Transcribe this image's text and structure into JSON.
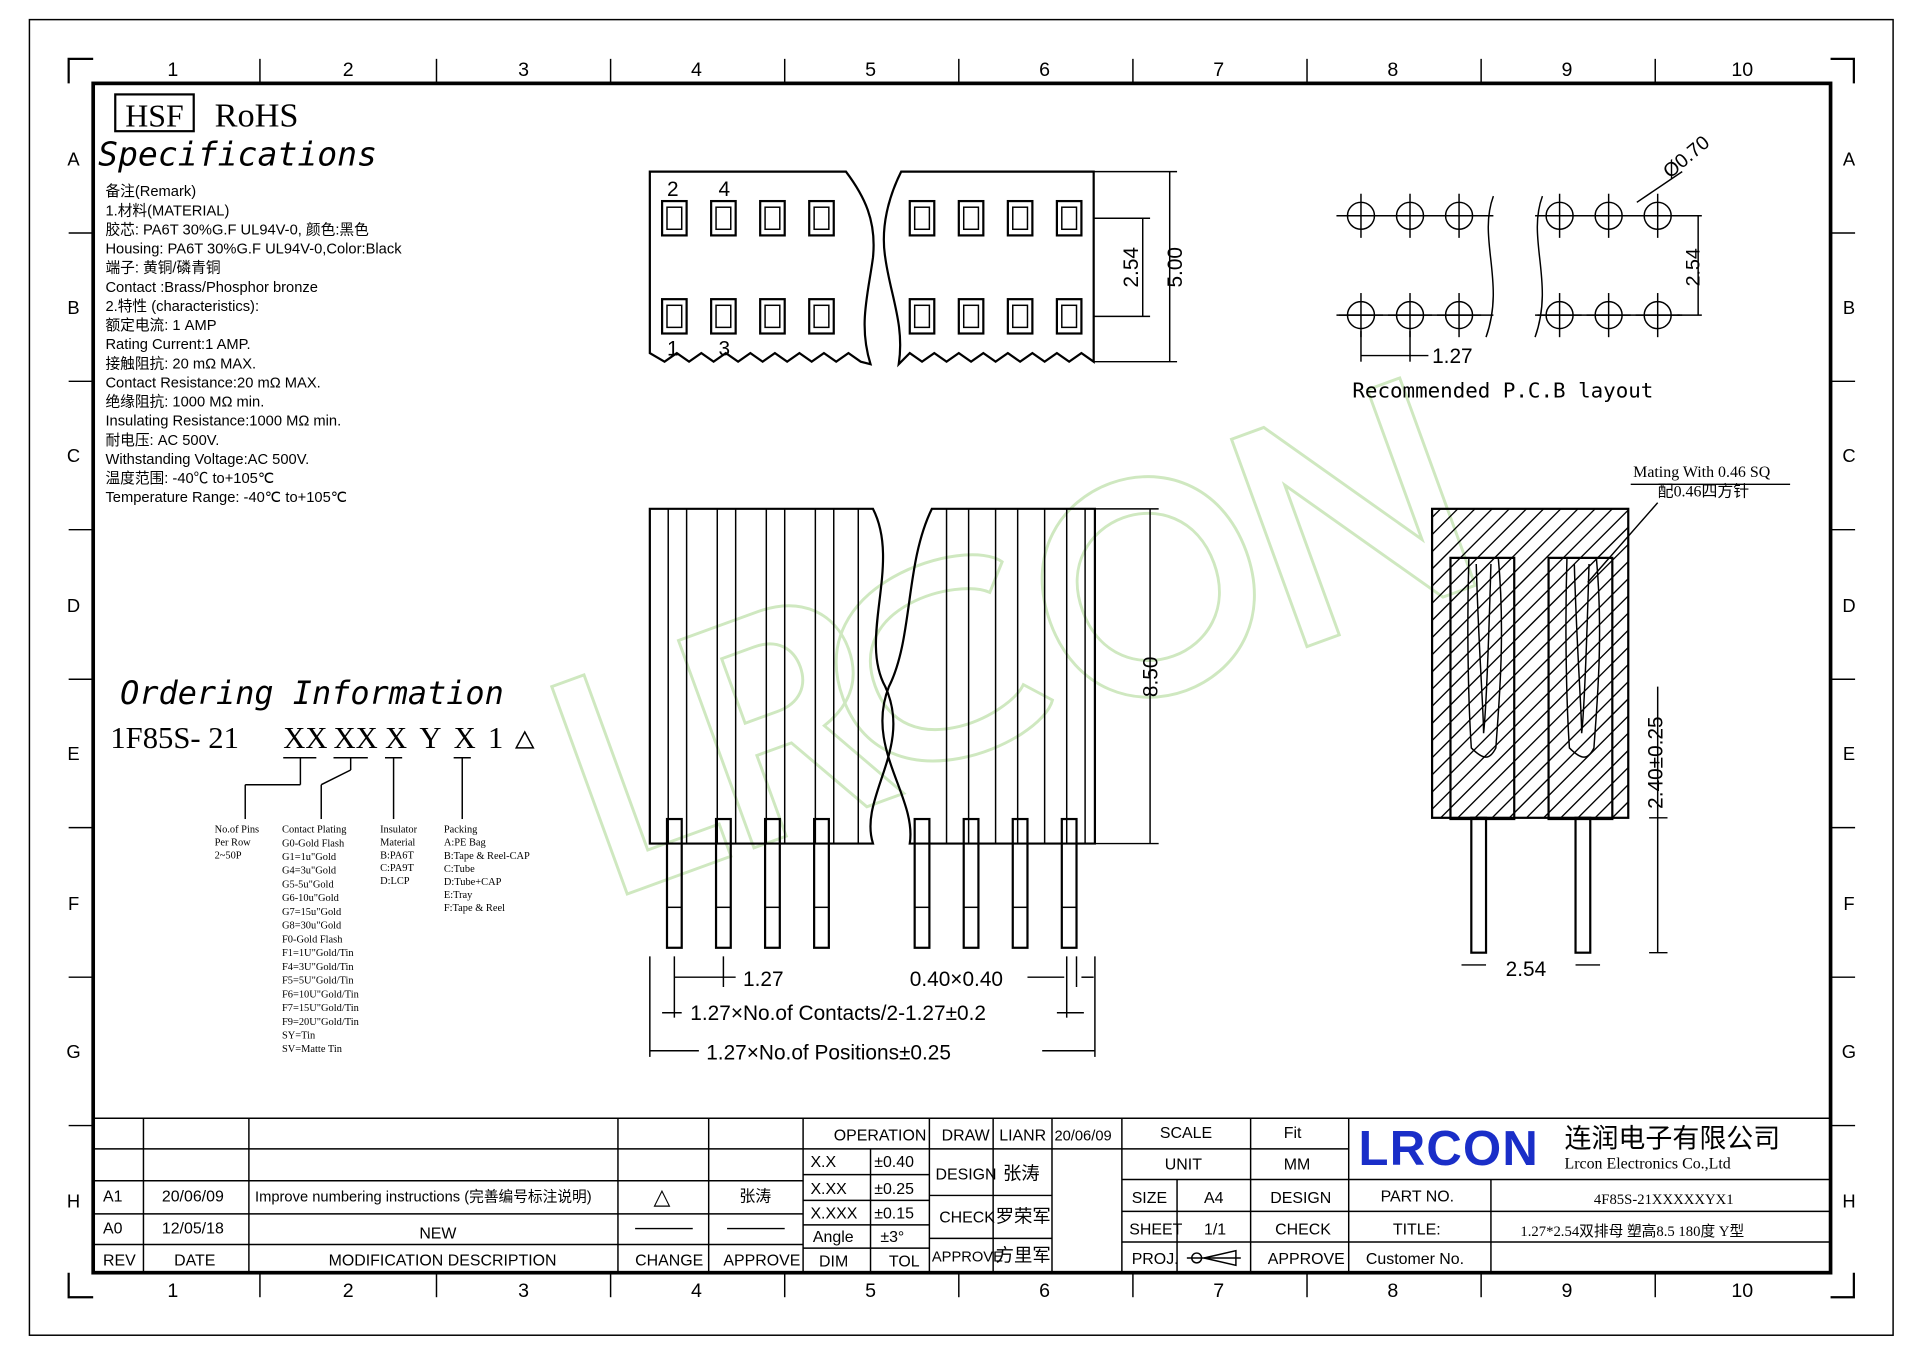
{
  "frame": {
    "col_labels": [
      "1",
      "2",
      "3",
      "4",
      "5",
      "6",
      "7",
      "8",
      "9",
      "10"
    ],
    "row_labels": [
      "A",
      "B",
      "C",
      "D",
      "E",
      "F",
      "G",
      "H"
    ]
  },
  "header": {
    "hsf": "HSF",
    "rohs": "RoHS",
    "title": "Specifications"
  },
  "remarks": [
    "备注(Remark)",
    "1.材料(MATERIAL)",
    "胶芯: PA6T 30%G.F UL94V-0, 颜色:黑色",
    "Housing: PA6T 30%G.F UL94V-0,Color:Black",
    "端子: 黄铜/磷青铜",
    "Contact :Brass/Phosphor bronze",
    "2.特性 (characteristics):",
    "额定电流: 1 AMP",
    "Rating Current:1 AMP.",
    "接触阻抗: 20 mΩ MAX.",
    "Contact Resistance:20 mΩ MAX.",
    "绝缘阻抗: 1000 MΩ min.",
    "Insulating Resistance:1000 MΩ  min.",
    "耐电压: AC 500V.",
    "Withstanding Voltage:AC 500V.",
    "温度范围: -40℃ to+105℃",
    "Temperature Range: -40℃ to+105℃"
  ],
  "ordering": {
    "title": "Ordering Information",
    "code_parts": [
      "1F85S- 21",
      "XX",
      "XX",
      "X",
      "Y",
      "X",
      "1"
    ],
    "legend_pins": [
      "No.of Pins",
      "Per Row",
      "2~50P"
    ],
    "legend_plating": [
      "Contact Plating",
      "G0-Gold Flash",
      "G1=1u\"Gold",
      "G4=3u\"Gold",
      "G5-5u\"Gold",
      "G6-10u\"Gold",
      "G7=15u\"Gold",
      "G8=30u\"Gold",
      "F0-Gold Flash",
      "F1=1U\"Gold/Tin",
      "F4=3U\"Gold/Tin",
      "F5=5U\"Gold/Tin",
      "F6=10U\"Gold/Tin",
      "F7=15U\"Gold/Tin",
      "F9=20U\"Gold/Tin",
      "SY=Tin",
      "SV=Matte Tin"
    ],
    "legend_insulator": [
      "Insulator",
      "Material",
      "B:PA6T",
      "C:PA9T",
      "D:LCP"
    ],
    "legend_packing": [
      "Packing",
      "A:PE Bag",
      "B:Tape & Reel-CAP",
      "C:Tube",
      "D:Tube+CAP",
      "E:Tray",
      "F:Tape & Reel"
    ]
  },
  "top_view": {
    "pin_top_labels": [
      "2",
      "4"
    ],
    "pin_bottom_labels": [
      "1",
      "3"
    ],
    "dim_pitch": "2.54",
    "dim_width": "5.00"
  },
  "pcb_layout": {
    "hole_dia": "Ø0.70",
    "row_pitch": "2.54",
    "col_pitch": "1.27",
    "caption": "Recommended P.C.B layout"
  },
  "front_view": {
    "height": "8.50",
    "pitch": "1.27",
    "pin_size": "0.40×0.40",
    "dim_contacts": "1.27×No.of Contacts/2-1.27±0.2",
    "dim_positions": "1.27×No.of Positions±0.25"
  },
  "side_view": {
    "note_en": "Mating With 0.46 SQ",
    "note_cn": "配0.46四方针",
    "tail": "2.40±0.25",
    "spacing": "2.54"
  },
  "revision": {
    "rows": [
      {
        "rev": "A1",
        "date": "20/06/09",
        "desc": "Improve numbering instructions (完善编号标注说明)",
        "change": "△",
        "approve": "张涛"
      },
      {
        "rev": "A0",
        "date": "12/05/18",
        "desc": "NEW",
        "change": "",
        "approve": ""
      }
    ],
    "headers": {
      "rev": "REV",
      "date": "DATE",
      "desc": "MODIFICATION DESCRIPTION",
      "change": "CHANGE",
      "approve": "APPROVE"
    }
  },
  "tolerance": {
    "operation": "OPERATION",
    "rows": [
      {
        "k": "X.X",
        "v": "±0.40"
      },
      {
        "k": "X.XX",
        "v": "±0.25"
      },
      {
        "k": "X.XXX",
        "v": "±0.15"
      },
      {
        "k": "Angle",
        "v": "±3°"
      }
    ],
    "dim": "DIM",
    "tol": "TOL"
  },
  "sign": {
    "draw": "DRAW",
    "draw_name": "LIANR",
    "draw_date": "20/06/09",
    "design": "DESIGN",
    "design_name": "张涛",
    "check": "CHECK",
    "check_name": "罗荣军",
    "approve": "APPROVE",
    "approve_name": "方里军"
  },
  "info": {
    "scale": "SCALE",
    "scale_v": "Fit",
    "unit": "UNIT",
    "unit_v": "MM",
    "size": "SIZE",
    "size_v": "A4",
    "sheet": "SHEET",
    "sheet_v": "1/1",
    "proj": "PROJ.",
    "design": "DESIGN",
    "check": "CHECK",
    "approve": "APPROVE"
  },
  "company": {
    "logo": "LRCON",
    "cn": "连润电子有限公司",
    "en": "Lrcon Electronics Co.,Ltd",
    "part_no": "PART NO.",
    "part_no_v": "4F85S-21XXXXXYX1",
    "title": "TITLE:",
    "title_v": "1.27*2.54双排母 塑高8.5 180度 Y型",
    "customer": "Customer No."
  },
  "colors": {
    "line": "#000000",
    "watermark": "#cfe8c0",
    "logo": "#1a2ec8"
  }
}
